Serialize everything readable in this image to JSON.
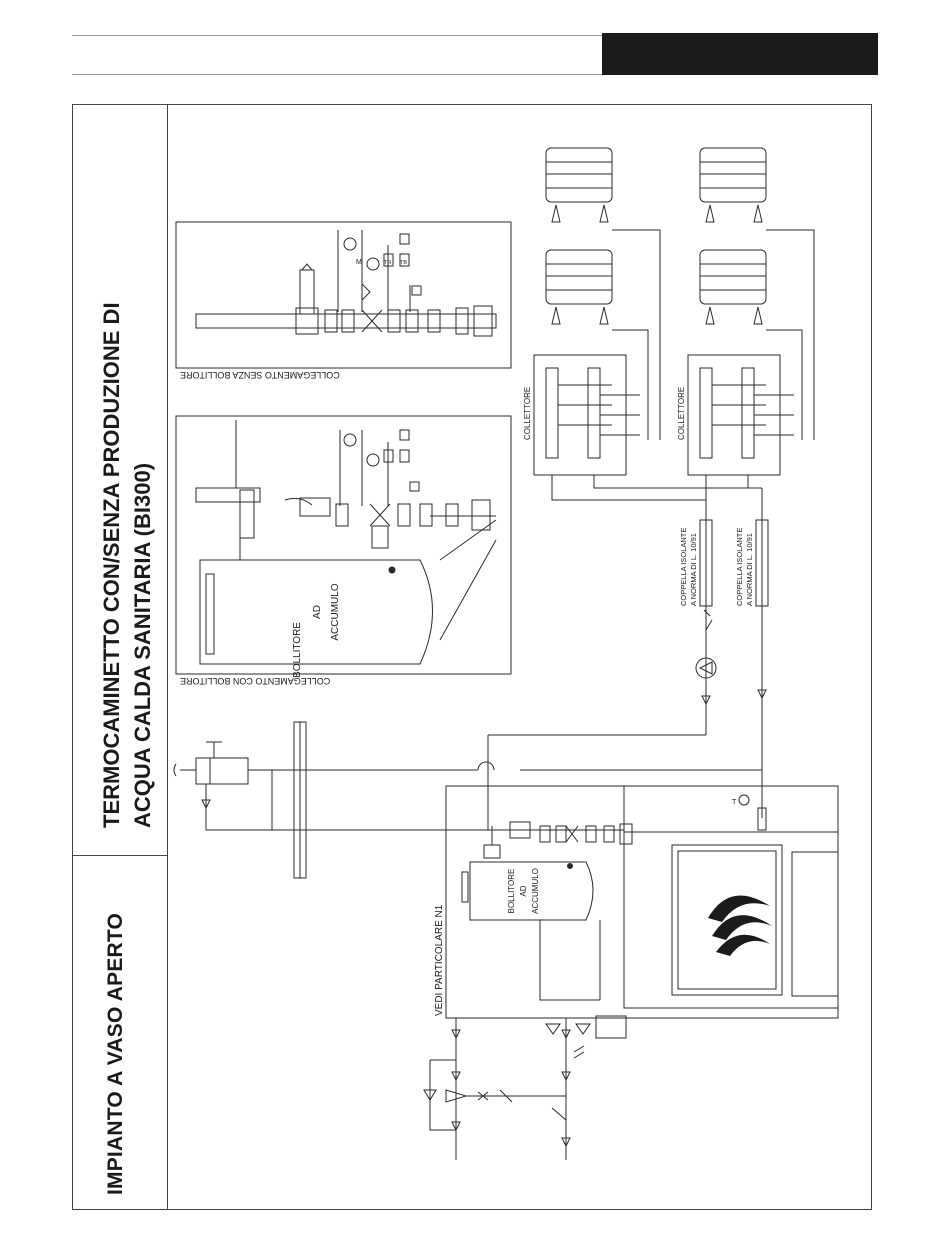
{
  "header": {
    "left_title": "IMPIANTO A VASO APERTO",
    "right_title_line1": "TERMOCAMINETTO CON/SENZA PRODUZIONE DI",
    "right_title_line2": "ACQUA CALDA SANITARIA (BI300)"
  },
  "labels": {
    "conn_without_boiler": "COLLEGAMENTO SENZA BOLLITORE",
    "conn_with_boiler": "COLLEGAMENTO CON BOLLITORE",
    "collettore_1": "COLLETTORE",
    "collettore_2": "COLLETTORE",
    "insulation_1_line1": "COPPELLA ISOLANTE",
    "insulation_1_line2": "A NORMA DI L. 10/91",
    "insulation_2_line1": "COPPELLA ISOLANTE",
    "insulation_2_line2": "A NORMA DI L. 10/91",
    "see_detail": "VEDI PARTICOLARE N1",
    "tank_big_l1": "BOLLITORE",
    "tank_big_l2": "AD",
    "tank_big_l3": "ACCUMULO",
    "tank_small_l1": "BOLLITORE",
    "tank_small_l2": "AD",
    "tank_small_l3": "ACCUMULO",
    "tag_t": "T",
    "tag_m": "M",
    "tag_tr": "TR",
    "tag_tb": "TB"
  },
  "colors": {
    "line": "#2a2a2a",
    "bar": "#1b1b1b",
    "fill": "#ffffff"
  }
}
